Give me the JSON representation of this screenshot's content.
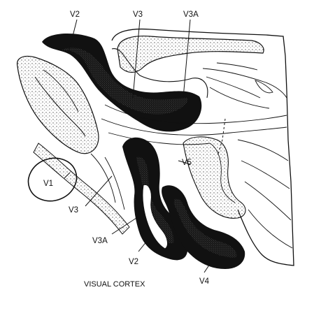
{
  "caption": "VISUAL CORTEX",
  "labels": {
    "v2_top": "V2",
    "v3_top": "V3",
    "v3a_top": "V3A",
    "v1": "V1",
    "v5": "V5",
    "v3_lower": "V3",
    "v3a_lower": "V3A",
    "v2_bottom": "V2",
    "v4": "V4"
  },
  "colors": {
    "ink": "#111111",
    "stipple": "#8a8a8a",
    "paper": "#ffffff"
  }
}
